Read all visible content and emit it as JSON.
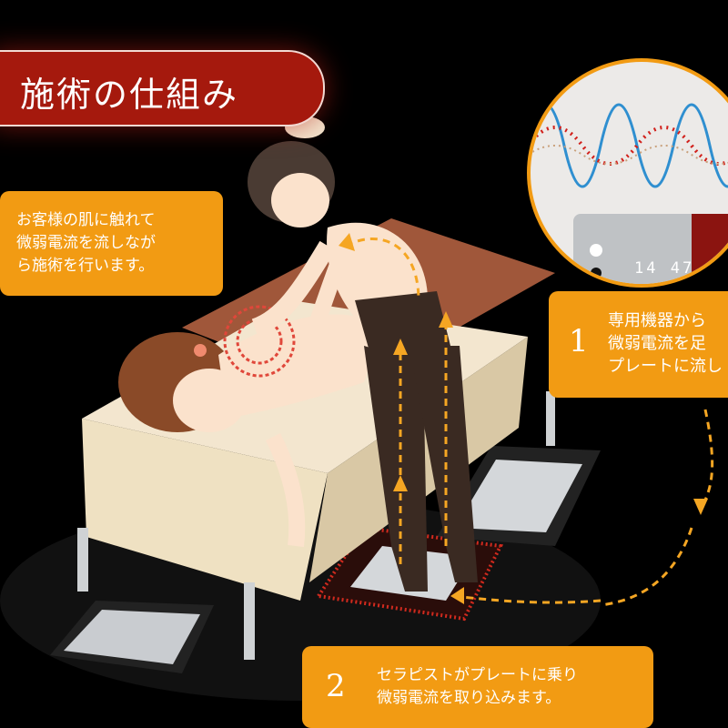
{
  "title": "施術の仕組み",
  "callout_touch": {
    "text": "お客様の肌に触れて\n微弱電流を流しなが\nら施術を行います。"
  },
  "step1": {
    "number": "1",
    "text": "専用機器から\n微弱電流を足\nプレートに流し"
  },
  "step2": {
    "number": "2",
    "text": "セラピストがプレートに乗り\n微弱電流を取り込みます。"
  },
  "device": {
    "display": "14 47"
  },
  "colors": {
    "banner": "#a5190d",
    "callout": "#f29b13",
    "arrow": "#f5a623",
    "wave_blue": "#2f8fd0",
    "wave_red": "#d1201b"
  }
}
